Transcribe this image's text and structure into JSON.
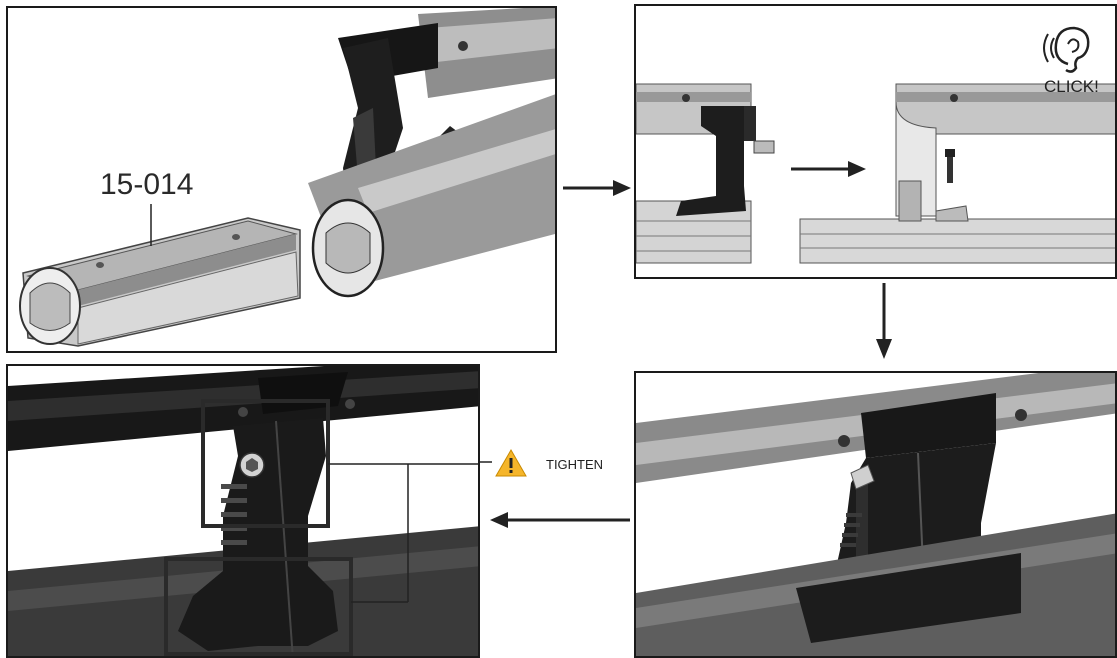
{
  "steps": {
    "step1": {
      "part_label": "15-014"
    },
    "step2": {
      "callout": "CLICK!"
    },
    "step4": {
      "warning_text": "TIGHTEN"
    }
  },
  "icons": {
    "ear": "ear-sound-icon",
    "warning": "warning-triangle-icon",
    "arrow": "arrow-icon"
  },
  "colors": {
    "frame": "#1a1a1a",
    "warning_fill": "#f5b52a",
    "rail_dark": "#222222",
    "rail_silver": "#c4c4c4"
  }
}
